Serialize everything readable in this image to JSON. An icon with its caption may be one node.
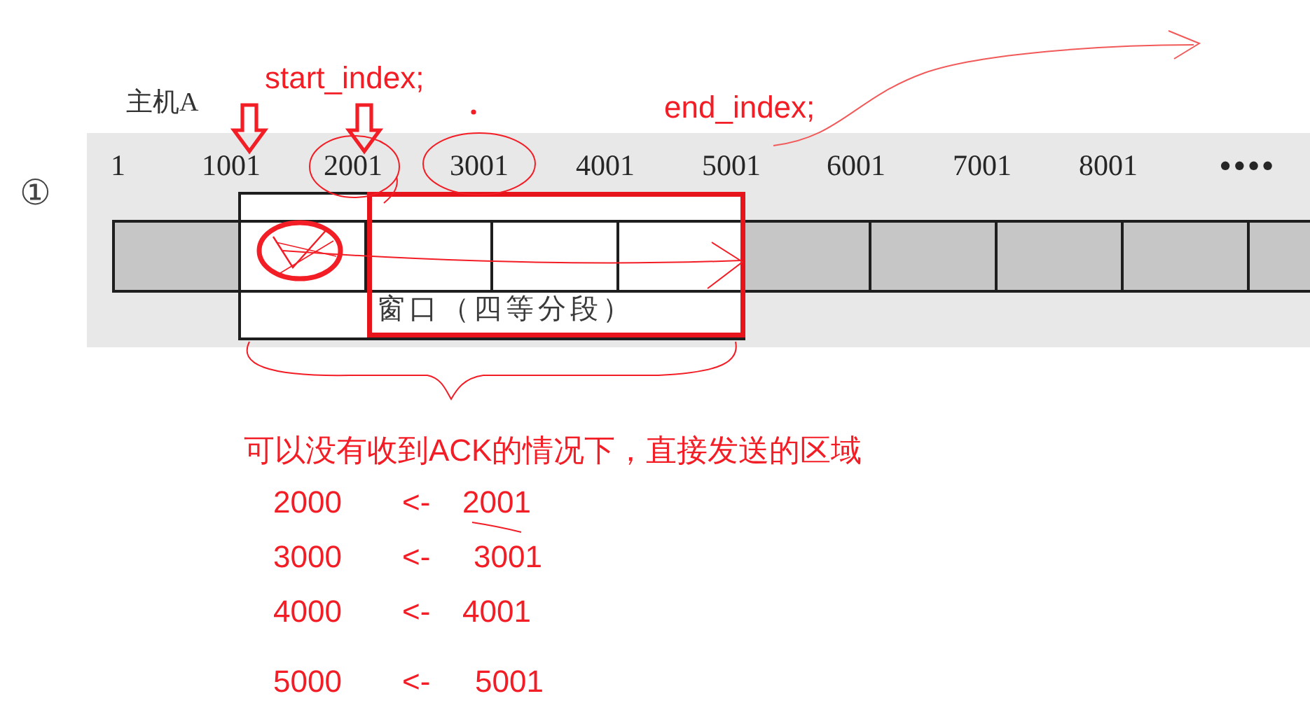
{
  "diagram": {
    "nodes": [
      {
        "text": [
          "1001"
        ]
      },
      {
        "text": [
          "2001"
        ]
      },
      {
        "text": [
          "窗口（四等分段）"
        ]
      }
    ],
    "edges": [
      {
        "from": null,
        "to": 0,
        "arrow": "to",
        "style": "thick"
      },
      {
        "from": null,
        "to": 1,
        "arrow": "to",
        "style": "thick"
      }
    ],
    "labels": [
      "start_index;",
      "主机A",
      "end_index;",
      "①",
      "1",
      "3001",
      "4001",
      "5001",
      "6001",
      "7001",
      "8001",
      "••••",
      "可以没有收到ACK的情况下，直接发送的区域",
      "2000",
      "<-",
      "2001",
      "3000",
      "<-",
      "3001",
      "4000",
      "<-",
      "4001",
      "5000",
      "<-",
      "5001"
    ]
  }
}
